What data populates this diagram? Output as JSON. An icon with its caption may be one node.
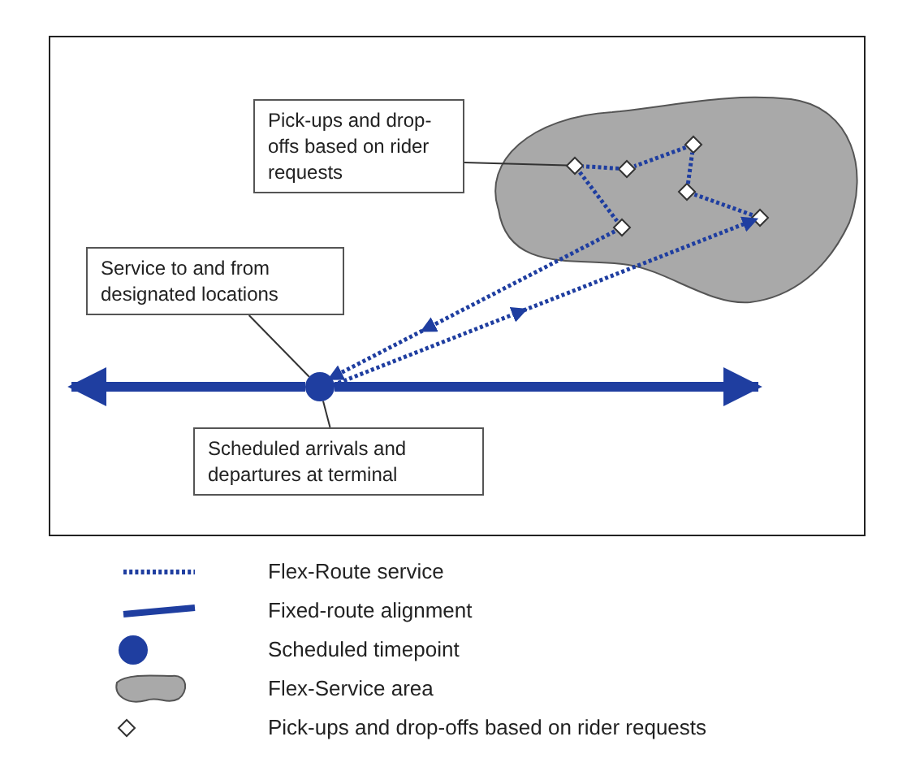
{
  "diagram": {
    "nodes": [
      {
        "text": [
          "Pick-ups and drop-offs based on rider requests"
        ]
      },
      {
        "text": [
          "Service to and from designated locations"
        ]
      },
      {
        "text": [
          "Scheduled arrivals and departures at terminal"
        ]
      },
      {
        "text": [],
        "shape": "cloud"
      },
      {
        "text": [],
        "shape": "circle"
      },
      {
        "text": [],
        "shape": "diamond",
        "in": 3
      },
      {
        "text": [],
        "shape": "diamond",
        "in": 3
      },
      {
        "text": [],
        "shape": "diamond",
        "in": 3
      },
      {
        "text": [],
        "shape": "diamond",
        "in": 3
      },
      {
        "text": [],
        "shape": "diamond",
        "in": 3
      },
      {
        "text": [],
        "shape": "diamond",
        "in": 3
      }
    ],
    "edges": [
      {
        "from": 4,
        "to": null,
        "arrow": "to",
        "style": "thick"
      },
      {
        "from": 4,
        "to": null,
        "arrow": "to",
        "style": "thick"
      },
      {
        "from": 4,
        "to": 10,
        "arrow": "to",
        "style": "dashed"
      },
      {
        "from": 10,
        "to": 8,
        "arrow": "none",
        "style": "dashed"
      },
      {
        "from": 8,
        "to": 9,
        "arrow": "none",
        "style": "dashed"
      },
      {
        "from": 9,
        "to": 7,
        "arrow": "none",
        "style": "dashed"
      },
      {
        "from": 7,
        "to": 5,
        "arrow": "none",
        "style": "dashed"
      },
      {
        "from": 5,
        "to": 6,
        "arrow": "none",
        "style": "dashed"
      },
      {
        "from": 6,
        "to": 4,
        "arrow": "to",
        "style": "dashed"
      },
      {
        "from": 0,
        "to": 5,
        "arrow": "none",
        "color": "#333333"
      },
      {
        "from": 1,
        "to": 4,
        "arrow": "none",
        "color": "#333333"
      },
      {
        "from": 2,
        "to": 4,
        "arrow": "none",
        "color": "#333333"
      }
    ],
    "legend": [
      {
        "text": "Flex-Route service"
      },
      {
        "text": "Fixed-route alignment"
      },
      {
        "text": "Scheduled timepoint"
      },
      {
        "text": "Flex-Service area"
      },
      {
        "text": "Pick-ups and drop-offs based on rider requests"
      }
    ]
  }
}
